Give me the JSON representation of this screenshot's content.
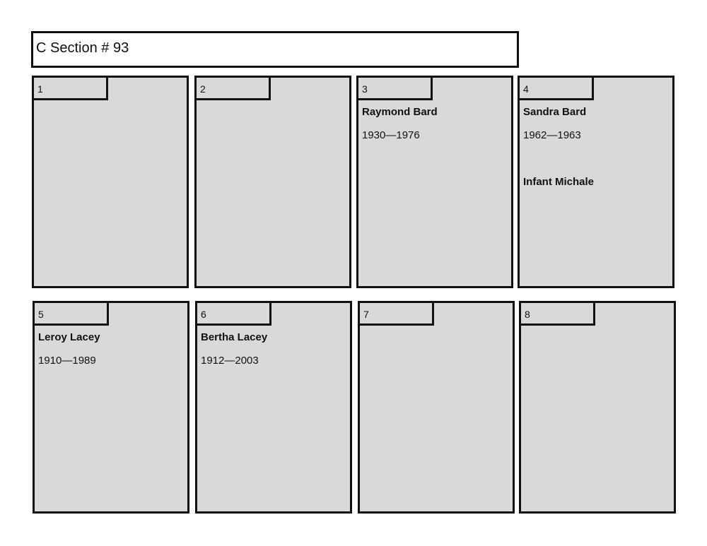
{
  "title": "C Section # 93",
  "plots": [
    {
      "number": "1"
    },
    {
      "number": "2"
    },
    {
      "number": "3",
      "name": "Raymond Bard",
      "dates": "1930—1976"
    },
    {
      "number": "4",
      "name": "Sandra Bard",
      "dates": "1962—1963",
      "extra": "Infant Michale"
    },
    {
      "number": "5",
      "name": "Leroy Lacey",
      "dates": "1910—1989"
    },
    {
      "number": "6",
      "name": "Bertha Lacey",
      "dates": "1912—2003"
    },
    {
      "number": "7"
    },
    {
      "number": "8"
    }
  ]
}
